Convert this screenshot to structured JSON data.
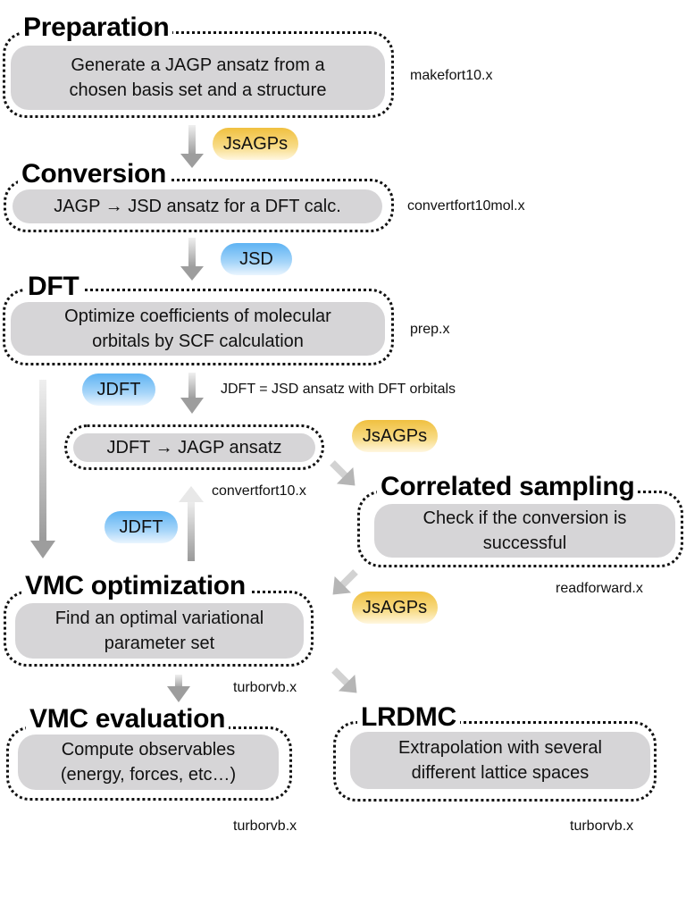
{
  "stages": {
    "preparation": {
      "title": "Preparation",
      "description": "Generate a JAGP ansatz from a\nchosen basis set and a structure",
      "program": "makefort10.x"
    },
    "conversion": {
      "title": "Conversion",
      "description": "JAGP → JSD ansatz for a DFT calc.",
      "program": "convertfort10mol.x"
    },
    "dft": {
      "title": "DFT",
      "description": "Optimize coefficients of molecular\norbitals by SCF calculation",
      "program": "prep.x"
    },
    "jdft_to_jagp": {
      "description": "JDFT → JAGP ansatz",
      "program": "convertfort10.x"
    },
    "correlated_sampling": {
      "title": "Correlated sampling",
      "description": "Check if the conversion is\nsuccessful",
      "program": "readforward.x"
    },
    "vmc_optimization": {
      "title": "VMC optimization",
      "description": "Find an optimal variational\nparameter set",
      "program": "turborvb.x"
    },
    "vmc_evaluation": {
      "title": "VMC evaluation",
      "description": "Compute observables\n(energy, forces, etc…)",
      "program": "turborvb.x"
    },
    "lrdmc": {
      "title": "LRDMC",
      "description": "Extrapolation with several\ndifferent lattice spaces",
      "program": "turborvb.x"
    }
  },
  "tags": {
    "jsagps_1": "JsAGPs",
    "jsd": "JSD",
    "jdft_1": "JDFT",
    "jsagps_2": "JsAGPs",
    "jdft_2": "JDFT",
    "jsagps_3": "JsAGPs"
  },
  "notes": {
    "jdft_definition": "JDFT = JSD ansatz with DFT orbitals"
  },
  "colors": {
    "box_fill": "#d6d5d7",
    "gold_tag": "#f0c040",
    "blue_tag": "#5eb3f3",
    "arrow": "#a8a8a8"
  }
}
